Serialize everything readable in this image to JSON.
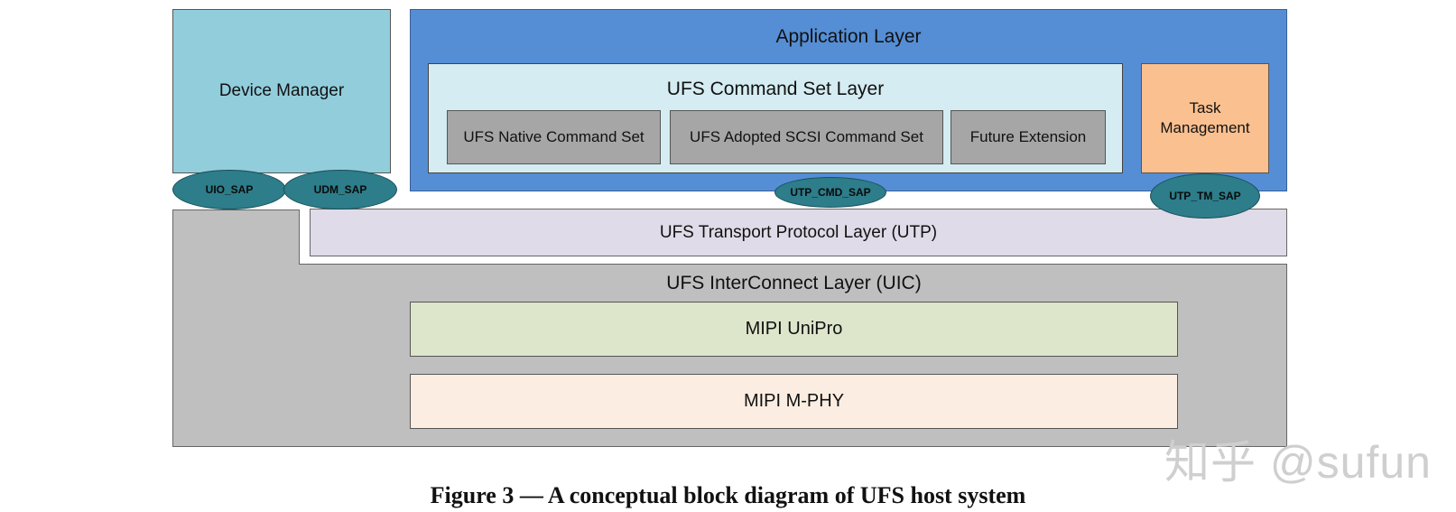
{
  "diagram": {
    "device_manager": "Device Manager",
    "application_layer": "Application Layer",
    "command_set_layer": {
      "title": "UFS Command Set Layer",
      "items": [
        "UFS Native Command Set",
        "UFS Adopted SCSI Command Set",
        "Future Extension"
      ]
    },
    "task_management": "Task Management",
    "saps": {
      "uio": "UIO_SAP",
      "udm": "UDM_SAP",
      "utp_cmd": "UTP_CMD_SAP",
      "utp_tm": "UTP_TM_SAP"
    },
    "utp_layer": "UFS Transport Protocol Layer (UTP)",
    "uic_layer": "UFS InterConnect Layer (UIC)",
    "unipro": "MIPI UniPro",
    "mphy": "MIPI M-PHY"
  },
  "watermark": "知乎 @sufun",
  "caption": "Figure 3 — A conceptual block diagram of UFS host system",
  "colors": {
    "device_manager": "#92cddc",
    "application_layer": "#558ed5",
    "command_set_layer": "#d4ecf2",
    "command_box": "#a6a6a6",
    "task_management": "#fac090",
    "sap": "#2d7d8a",
    "utp_layer": "#e0dbe8",
    "uic_layer": "#bfbfbf",
    "unipro": "#dde5cb",
    "mphy": "#fbede1"
  }
}
